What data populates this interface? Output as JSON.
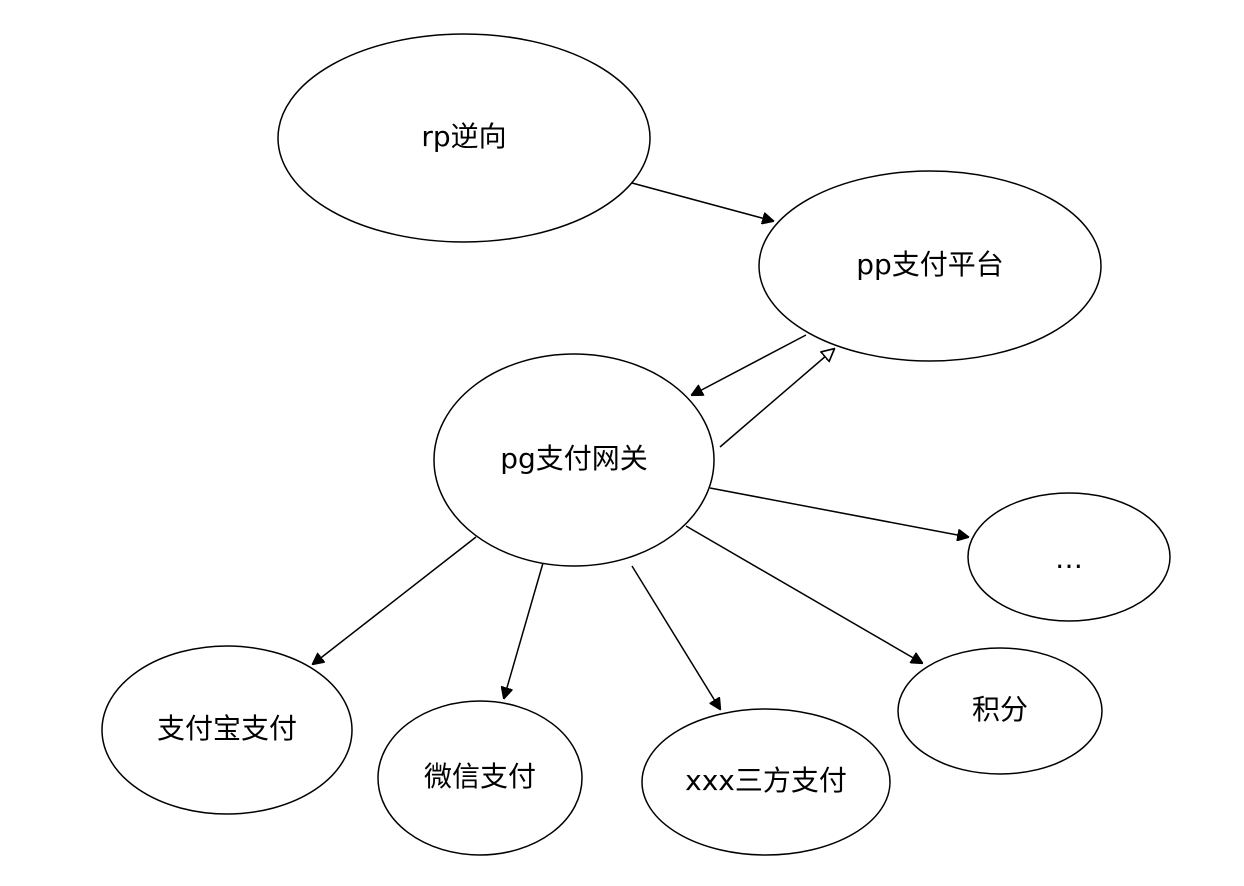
{
  "nodes": {
    "rp": {
      "label": "rp逆向"
    },
    "pp": {
      "label": "pp支付平台"
    },
    "pg": {
      "label": "pg支付网关"
    },
    "alipay": {
      "label": "支付宝支付"
    },
    "wechat": {
      "label": "微信支付"
    },
    "third": {
      "label": "xxx三方支付"
    },
    "points": {
      "label": "积分"
    },
    "more": {
      "label": "…"
    }
  },
  "edges": [
    {
      "from": "rp",
      "to": "pp",
      "head": "filled"
    },
    {
      "from": "pp",
      "to": "pg",
      "head": "filled"
    },
    {
      "from": "pg",
      "to": "pp",
      "head": "hollow"
    },
    {
      "from": "pg",
      "to": "more",
      "head": "filled"
    },
    {
      "from": "pg",
      "to": "alipay",
      "head": "filled"
    },
    {
      "from": "pg",
      "to": "wechat",
      "head": "filled"
    },
    {
      "from": "pg",
      "to": "third",
      "head": "filled"
    },
    {
      "from": "pg",
      "to": "points",
      "head": "filled"
    }
  ]
}
